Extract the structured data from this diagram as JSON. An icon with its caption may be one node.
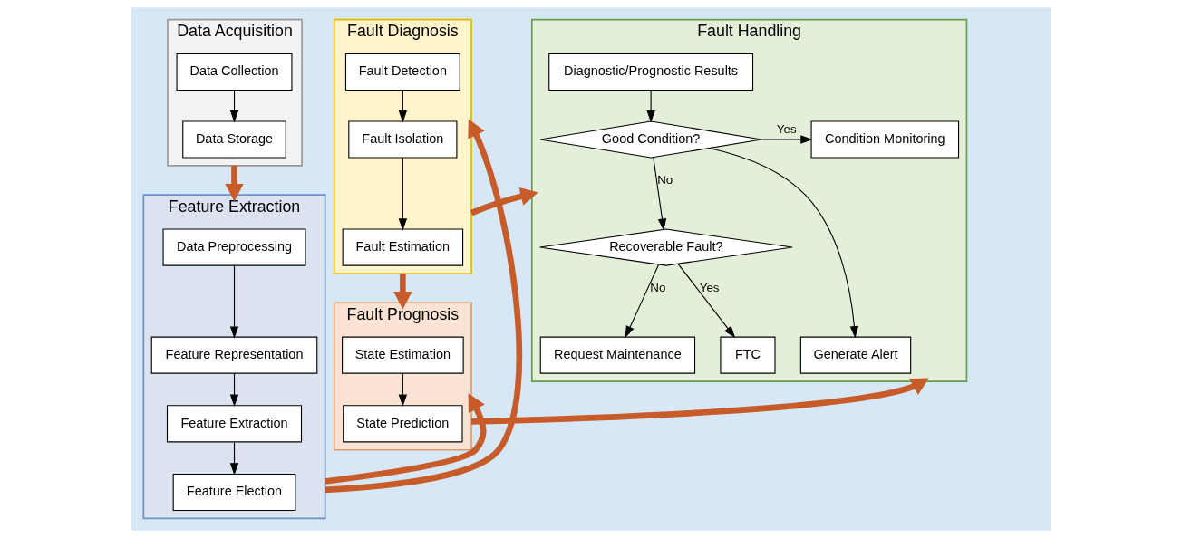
{
  "diagram": {
    "nodes": [
      {
        "text": [
          "Data Acquisition"
        ]
      },
      {
        "text": [
          "Data Collection"
        ],
        "in": 0
      },
      {
        "text": [
          "Data Storage"
        ],
        "in": 0
      },
      {
        "text": [
          "Feature Extraction"
        ]
      },
      {
        "text": [
          "Data Preprocessing"
        ],
        "in": 3
      },
      {
        "text": [
          "Feature Representation"
        ],
        "in": 3
      },
      {
        "text": [
          "Feature Extraction"
        ],
        "in": 3
      },
      {
        "text": [
          "Feature Election"
        ],
        "in": 3
      },
      {
        "text": [
          "Fault Diagnosis"
        ]
      },
      {
        "text": [
          "Fault Detection"
        ],
        "in": 8
      },
      {
        "text": [
          "Fault Isolation"
        ],
        "in": 8
      },
      {
        "text": [
          "Fault Estimation"
        ],
        "in": 8
      },
      {
        "text": [
          "Fault Prognosis"
        ]
      },
      {
        "text": [
          "State Estimation"
        ],
        "in": 12
      },
      {
        "text": [
          "State Prediction"
        ],
        "in": 12
      },
      {
        "text": [
          "Fault Handling"
        ]
      },
      {
        "text": [
          "Diagnostic/Prognostic Results"
        ],
        "in": 15
      },
      {
        "text": [
          "Good Condition?"
        ],
        "in": 15
      },
      {
        "text": [
          "Condition Monitoring"
        ],
        "in": 15
      },
      {
        "text": [
          "Recoverable Fault?"
        ],
        "in": 15
      },
      {
        "text": [
          "Generate Alert"
        ],
        "in": 15
      },
      {
        "text": [
          "Request Maintenance"
        ],
        "in": 15
      },
      {
        "text": [
          "FTC"
        ],
        "in": 15
      }
    ],
    "edges": [
      {
        "from": 1,
        "to": 2,
        "arrow": "to"
      },
      {
        "from": 4,
        "to": 5,
        "arrow": "to"
      },
      {
        "from": 5,
        "to": 6,
        "arrow": "to"
      },
      {
        "from": 6,
        "to": 7,
        "arrow": "to"
      },
      {
        "from": 9,
        "to": 10,
        "arrow": "to"
      },
      {
        "from": 10,
        "to": 11,
        "arrow": "to"
      },
      {
        "from": 13,
        "to": 14,
        "arrow": "to"
      },
      {
        "from": 0,
        "to": 3,
        "arrow": "to",
        "style": "thick",
        "color": "#c75b29"
      },
      {
        "from": 3,
        "to": 8,
        "arrow": "to",
        "style": "thick",
        "color": "#c75b29"
      },
      {
        "from": 3,
        "to": 12,
        "arrow": "to",
        "style": "thick",
        "color": "#c75b29"
      },
      {
        "from": 8,
        "to": 12,
        "arrow": "to",
        "style": "thick",
        "color": "#c75b29"
      },
      {
        "from": 8,
        "to": 15,
        "arrow": "to",
        "style": "thick",
        "color": "#c75b29"
      },
      {
        "from": 12,
        "to": 15,
        "arrow": "to",
        "style": "thick",
        "color": "#c75b29"
      },
      {
        "from": 16,
        "to": 17,
        "arrow": "to"
      },
      {
        "from": 17,
        "to": 18,
        "arrow": "to",
        "label": "Yes"
      },
      {
        "from": 17,
        "to": 19,
        "arrow": "to",
        "label": "No"
      },
      {
        "from": 17,
        "to": 20,
        "arrow": "to"
      },
      {
        "from": 19,
        "to": 21,
        "arrow": "to",
        "label": "No"
      },
      {
        "from": 19,
        "to": 22,
        "arrow": "to",
        "label": "Yes"
      }
    ]
  }
}
